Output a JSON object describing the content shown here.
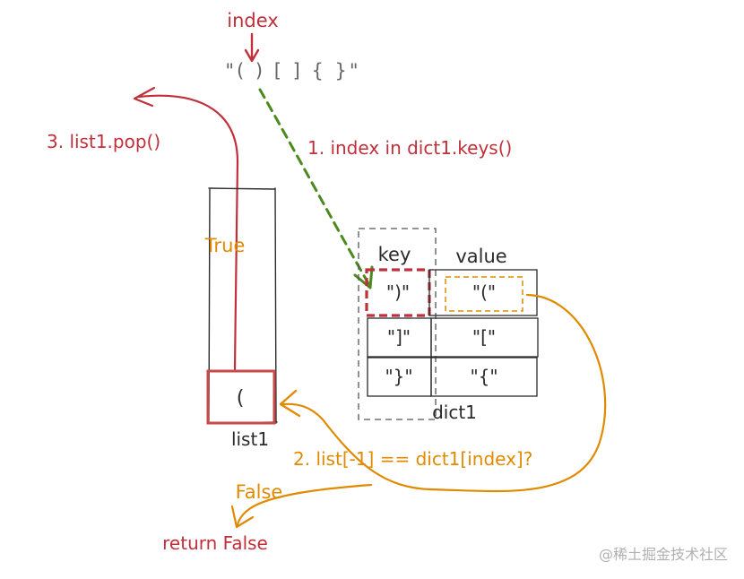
{
  "colors": {
    "red": "#c0303a",
    "orange": "#e08a00",
    "green": "#4a8a1e",
    "ink": "#2b2b2b",
    "gray": "#888888",
    "watermark": "#b0b0b0"
  },
  "labels": {
    "index": "index",
    "input_string": "\"( ) [ ] { }\"",
    "step1": "1. index in dict1.keys()",
    "step2": "2. list[-1] == dict1[index]?",
    "step3": "3. list1.pop()",
    "true_label": "True",
    "false_label": "False",
    "return_false": "return False",
    "list_name": "list1",
    "stack_top": "(",
    "dict_name": "dict1",
    "key_header": "key",
    "value_header": "value",
    "watermark": "@稀土掘金技术社区"
  },
  "dict1": {
    "rows": [
      {
        "key": "\")\"",
        "value": "\"(\""
      },
      {
        "key": "\"]\"",
        "value": "\"[\""
      },
      {
        "key": "\"}\"",
        "value": "\"{\""
      }
    ]
  }
}
